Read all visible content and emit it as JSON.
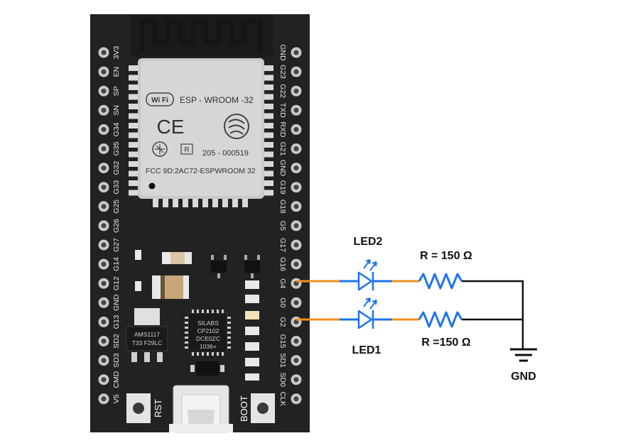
{
  "board": {
    "left_pins": [
      "3V3",
      "EN",
      "SP",
      "SN",
      "G34",
      "G35",
      "G32",
      "G33",
      "G25",
      "G26",
      "G27",
      "G14",
      "G12",
      "GND",
      "G13",
      "SD2",
      "SD3",
      "CMD",
      "V5"
    ],
    "right_pins": [
      "GND",
      "G23",
      "G22",
      "TXD",
      "RXD",
      "G21",
      "GND",
      "G19",
      "G18",
      "G5",
      "G17",
      "G16",
      "G4",
      "G0",
      "G2",
      "G15",
      "SD1",
      "SD0",
      "CLK"
    ],
    "module": {
      "wifi_badge": "Wi Fi",
      "model": "ESP - WROOM -32",
      "ce_mark": "CE",
      "r_mark": "R",
      "cert_number": "205 - 000519",
      "fcc_id": "FCC 9D:2AC72-ESPWROOM 32"
    },
    "regulator": {
      "line1": "AMS1117",
      "line2": "T33 F29LC"
    },
    "usb_chip": {
      "line1": "SILABS",
      "line2": "CP2102",
      "line3": "DCE0ZC",
      "line4": "1036+"
    },
    "buttons": {
      "rst": "RST",
      "boot": "BOOT"
    }
  },
  "circuit": {
    "led2_label": "LED2",
    "led1_label": "LED1",
    "r_top_label": "R = 150 Ω",
    "r_bottom_label": "R =150 Ω",
    "gnd_label": "GND",
    "colors": {
      "wire_orange": "#f0901e",
      "wire_blue": "#1e73e8",
      "wire_black": "#111111",
      "led_blue": "#1e73e8"
    }
  }
}
